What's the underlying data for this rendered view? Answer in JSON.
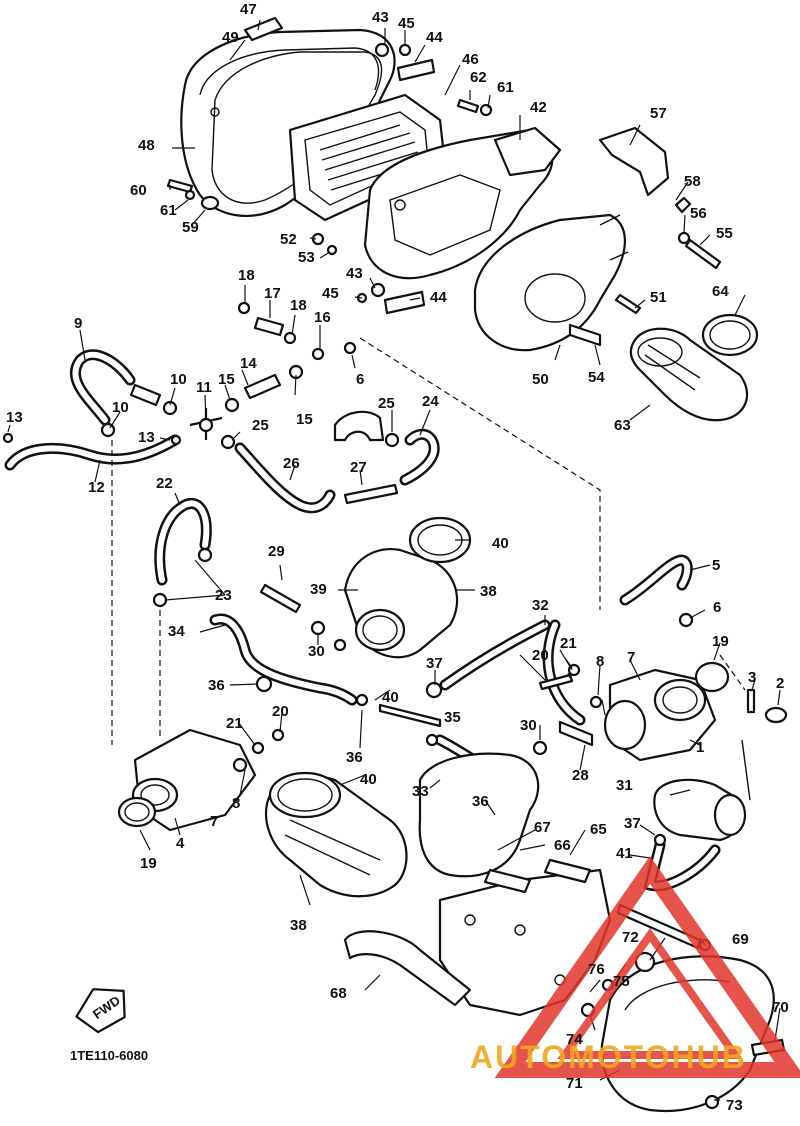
{
  "callouts": [
    {
      "id": "47",
      "text": "47"
    },
    {
      "id": "49",
      "text": "49"
    },
    {
      "id": "43a",
      "text": "43"
    },
    {
      "id": "45a",
      "text": "45"
    },
    {
      "id": "44a",
      "text": "44"
    },
    {
      "id": "46",
      "text": "46"
    },
    {
      "id": "62",
      "text": "62"
    },
    {
      "id": "61a",
      "text": "61"
    },
    {
      "id": "42",
      "text": "42"
    },
    {
      "id": "57",
      "text": "57"
    },
    {
      "id": "48",
      "text": "48"
    },
    {
      "id": "60",
      "text": "60"
    },
    {
      "id": "61b",
      "text": "61"
    },
    {
      "id": "59",
      "text": "59"
    },
    {
      "id": "58",
      "text": "58"
    },
    {
      "id": "56",
      "text": "56"
    },
    {
      "id": "55",
      "text": "55"
    },
    {
      "id": "52",
      "text": "52"
    },
    {
      "id": "53",
      "text": "53"
    },
    {
      "id": "43b",
      "text": "43"
    },
    {
      "id": "45b",
      "text": "45"
    },
    {
      "id": "44b",
      "text": "44"
    },
    {
      "id": "18a",
      "text": "18"
    },
    {
      "id": "17",
      "text": "17"
    },
    {
      "id": "18b",
      "text": "18"
    },
    {
      "id": "16",
      "text": "16"
    },
    {
      "id": "51",
      "text": "51"
    },
    {
      "id": "64",
      "text": "64"
    },
    {
      "id": "9",
      "text": "9"
    },
    {
      "id": "14",
      "text": "14"
    },
    {
      "id": "6a",
      "text": "6"
    },
    {
      "id": "50",
      "text": "50"
    },
    {
      "id": "54",
      "text": "54"
    },
    {
      "id": "10a",
      "text": "10"
    },
    {
      "id": "11",
      "text": "11"
    },
    {
      "id": "15a",
      "text": "15"
    },
    {
      "id": "10b",
      "text": "10"
    },
    {
      "id": "15b",
      "text": "15"
    },
    {
      "id": "25a",
      "text": "25"
    },
    {
      "id": "24",
      "text": "24"
    },
    {
      "id": "63",
      "text": "63"
    },
    {
      "id": "13a",
      "text": "13"
    },
    {
      "id": "13b",
      "text": "13"
    },
    {
      "id": "25b",
      "text": "25"
    },
    {
      "id": "12",
      "text": "12"
    },
    {
      "id": "26",
      "text": "26"
    },
    {
      "id": "27",
      "text": "27"
    },
    {
      "id": "22",
      "text": "22"
    },
    {
      "id": "40a",
      "text": "40"
    },
    {
      "id": "29",
      "text": "29"
    },
    {
      "id": "39",
      "text": "39"
    },
    {
      "id": "38a",
      "text": "38"
    },
    {
      "id": "5",
      "text": "5"
    },
    {
      "id": "23",
      "text": "23"
    },
    {
      "id": "32",
      "text": "32"
    },
    {
      "id": "6b",
      "text": "6"
    },
    {
      "id": "34",
      "text": "34"
    },
    {
      "id": "30a",
      "text": "30"
    },
    {
      "id": "21a",
      "text": "21"
    },
    {
      "id": "19a",
      "text": "19"
    },
    {
      "id": "20a",
      "text": "20"
    },
    {
      "id": "8a",
      "text": "8"
    },
    {
      "id": "7a",
      "text": "7"
    },
    {
      "id": "3",
      "text": "3"
    },
    {
      "id": "2",
      "text": "2"
    },
    {
      "id": "37a",
      "text": "37"
    },
    {
      "id": "36a",
      "text": "36"
    },
    {
      "id": "40b",
      "text": "40"
    },
    {
      "id": "35",
      "text": "35"
    },
    {
      "id": "1",
      "text": "1"
    },
    {
      "id": "21b",
      "text": "21"
    },
    {
      "id": "20b",
      "text": "20"
    },
    {
      "id": "36b",
      "text": "36"
    },
    {
      "id": "30b",
      "text": "30"
    },
    {
      "id": "28",
      "text": "28"
    },
    {
      "id": "8b",
      "text": "8"
    },
    {
      "id": "7b",
      "text": "7"
    },
    {
      "id": "40c",
      "text": "40"
    },
    {
      "id": "33",
      "text": "33"
    },
    {
      "id": "31",
      "text": "31"
    },
    {
      "id": "36c",
      "text": "36"
    },
    {
      "id": "37b",
      "text": "37"
    },
    {
      "id": "19b",
      "text": "19"
    },
    {
      "id": "4",
      "text": "4"
    },
    {
      "id": "67",
      "text": "67"
    },
    {
      "id": "66",
      "text": "66"
    },
    {
      "id": "65",
      "text": "65"
    },
    {
      "id": "41",
      "text": "41"
    },
    {
      "id": "38b",
      "text": "38"
    },
    {
      "id": "72",
      "text": "72"
    },
    {
      "id": "69",
      "text": "69"
    },
    {
      "id": "76",
      "text": "76"
    },
    {
      "id": "75",
      "text": "75"
    },
    {
      "id": "68",
      "text": "68"
    },
    {
      "id": "74",
      "text": "74"
    },
    {
      "id": "70",
      "text": "70"
    },
    {
      "id": "71",
      "text": "71"
    },
    {
      "id": "73",
      "text": "73"
    }
  ],
  "figure_code": "1TE110-6080",
  "direction_tag": "FWD",
  "watermark": {
    "brand": "AUTOMOTOHUB",
    "triangle_color": "#e0352b",
    "text_color": "#f0a71e"
  }
}
